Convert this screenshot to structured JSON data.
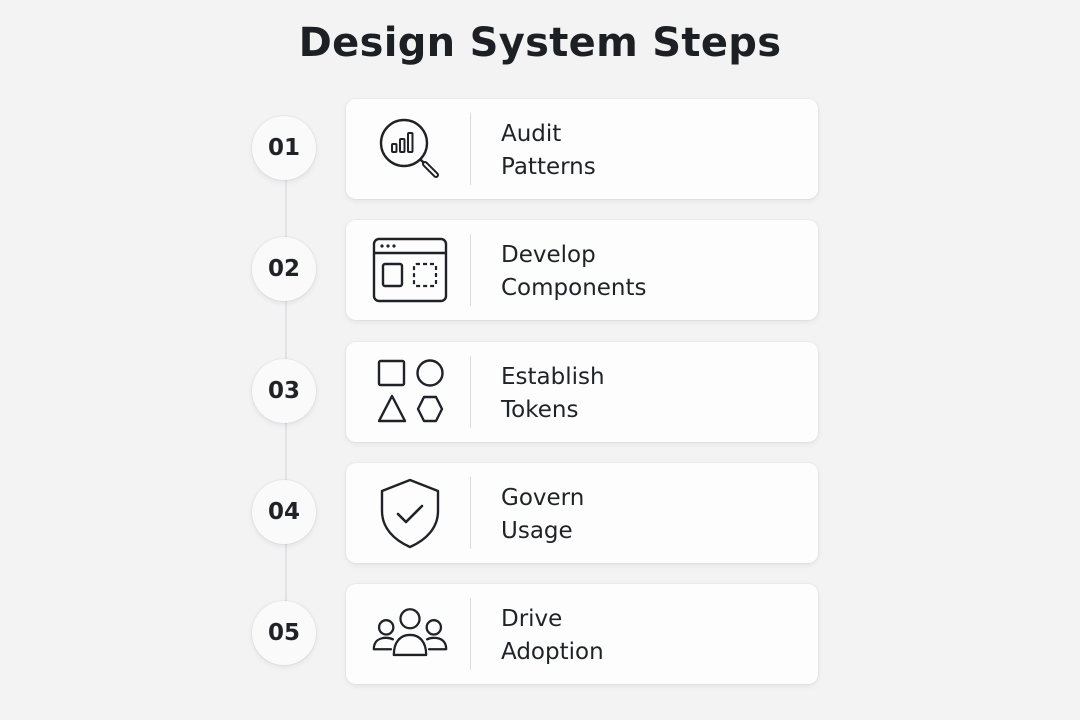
{
  "title": "Design System Steps",
  "steps": [
    {
      "number": "01",
      "line1": "Audit",
      "line2": "Patterns",
      "icon": "magnifier-bar-chart-icon"
    },
    {
      "number": "02",
      "line1": "Develop",
      "line2": "Components",
      "icon": "browser-window-components-icon"
    },
    {
      "number": "03",
      "line1": "Establish",
      "line2": "Tokens",
      "icon": "shapes-icon"
    },
    {
      "number": "04",
      "line1": "Govern",
      "line2": "Usage",
      "icon": "shield-check-icon"
    },
    {
      "number": "05",
      "line1": "Drive",
      "line2": "Adoption",
      "icon": "users-group-icon"
    }
  ]
}
